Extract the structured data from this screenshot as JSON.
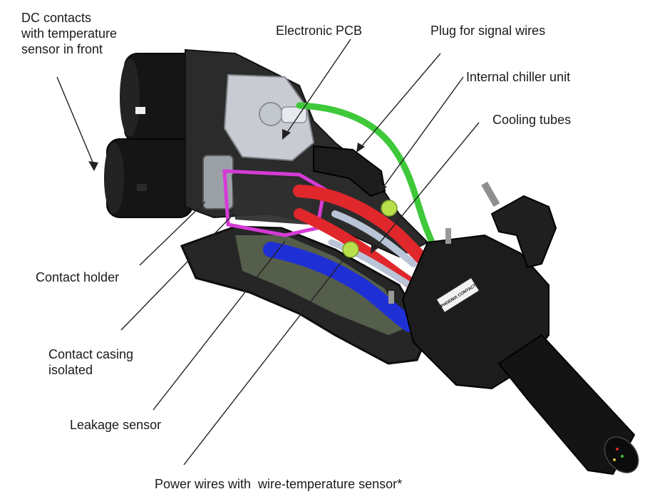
{
  "labels": {
    "dc_contacts": [
      "DC contacts",
      "with temperature",
      "sensor in front"
    ],
    "electronic_pcb": "Electronic PCB",
    "plug_signal_wires": "Plug for signal wires",
    "internal_chiller": "Internal chiller unit",
    "cooling_tubes": "Cooling tubes",
    "contact_holder": "Contact holder",
    "contact_casing": [
      "Contact casing",
      "isolated"
    ],
    "leakage_sensor": "Leakage sensor",
    "power_wires": "Power wires with  wire-temperature sensor*"
  },
  "brand_plate": "PHOENIX CONTACT",
  "colors": {
    "housing": "#1c1c1c",
    "signal_cable": "#3ec83a",
    "power_wire_red": "#e0272b",
    "power_wire_blue": "#1f2fd6",
    "casing_magenta": "#d63bd6",
    "sensor_dot": "#b7e04a",
    "cooling_tube": "#b9c4d6",
    "pcb_transparent": "#d9dde3"
  },
  "icons": {
    "connector": "ccs-charging-connector-cutaway"
  }
}
